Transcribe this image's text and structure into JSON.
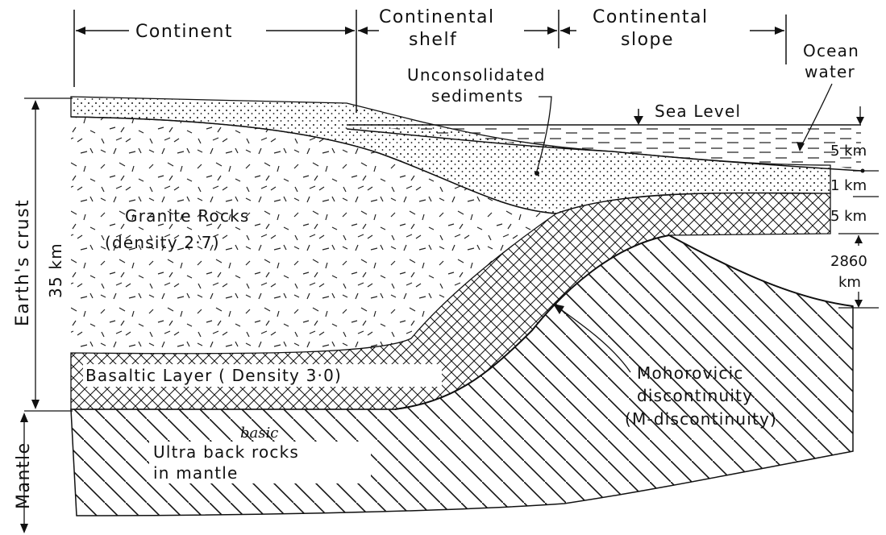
{
  "header": {
    "continent": "Continent",
    "shelf_line1": "Continental",
    "shelf_line2": "shelf",
    "slope_line1": "Continental",
    "slope_line2": "slope"
  },
  "labels": {
    "ocean_water_line1": "Ocean",
    "ocean_water_line2": "water",
    "sediments_line1": "Unconsolidated",
    "sediments_line2": "sediments",
    "sea_level": "Sea Level",
    "granite_line1": "Granite Rocks",
    "granite_line2": "(density 2·7)",
    "basaltic": "Basaltic Layer ( Density 3·0)",
    "moho_line1": "Mohorovicic",
    "moho_line2": "discontinuity",
    "moho_line3": "(M-discontinuity)",
    "ultra_line1": "Ultra back rocks",
    "ultra_line2": "in mantle",
    "handwritten_correction": "basic",
    "earths_crust": "Earth's crust",
    "crust_thickness": "35 km",
    "mantle": "Mantle"
  },
  "dimensions": {
    "water_depth": "5 km",
    "sediment_depth": "1 km",
    "basalt_depth": "5 km",
    "mantle_depth_line1": "2860",
    "mantle_depth_line2": "km"
  },
  "colors": {
    "ink": "#111111",
    "paper": "#ffffff"
  }
}
